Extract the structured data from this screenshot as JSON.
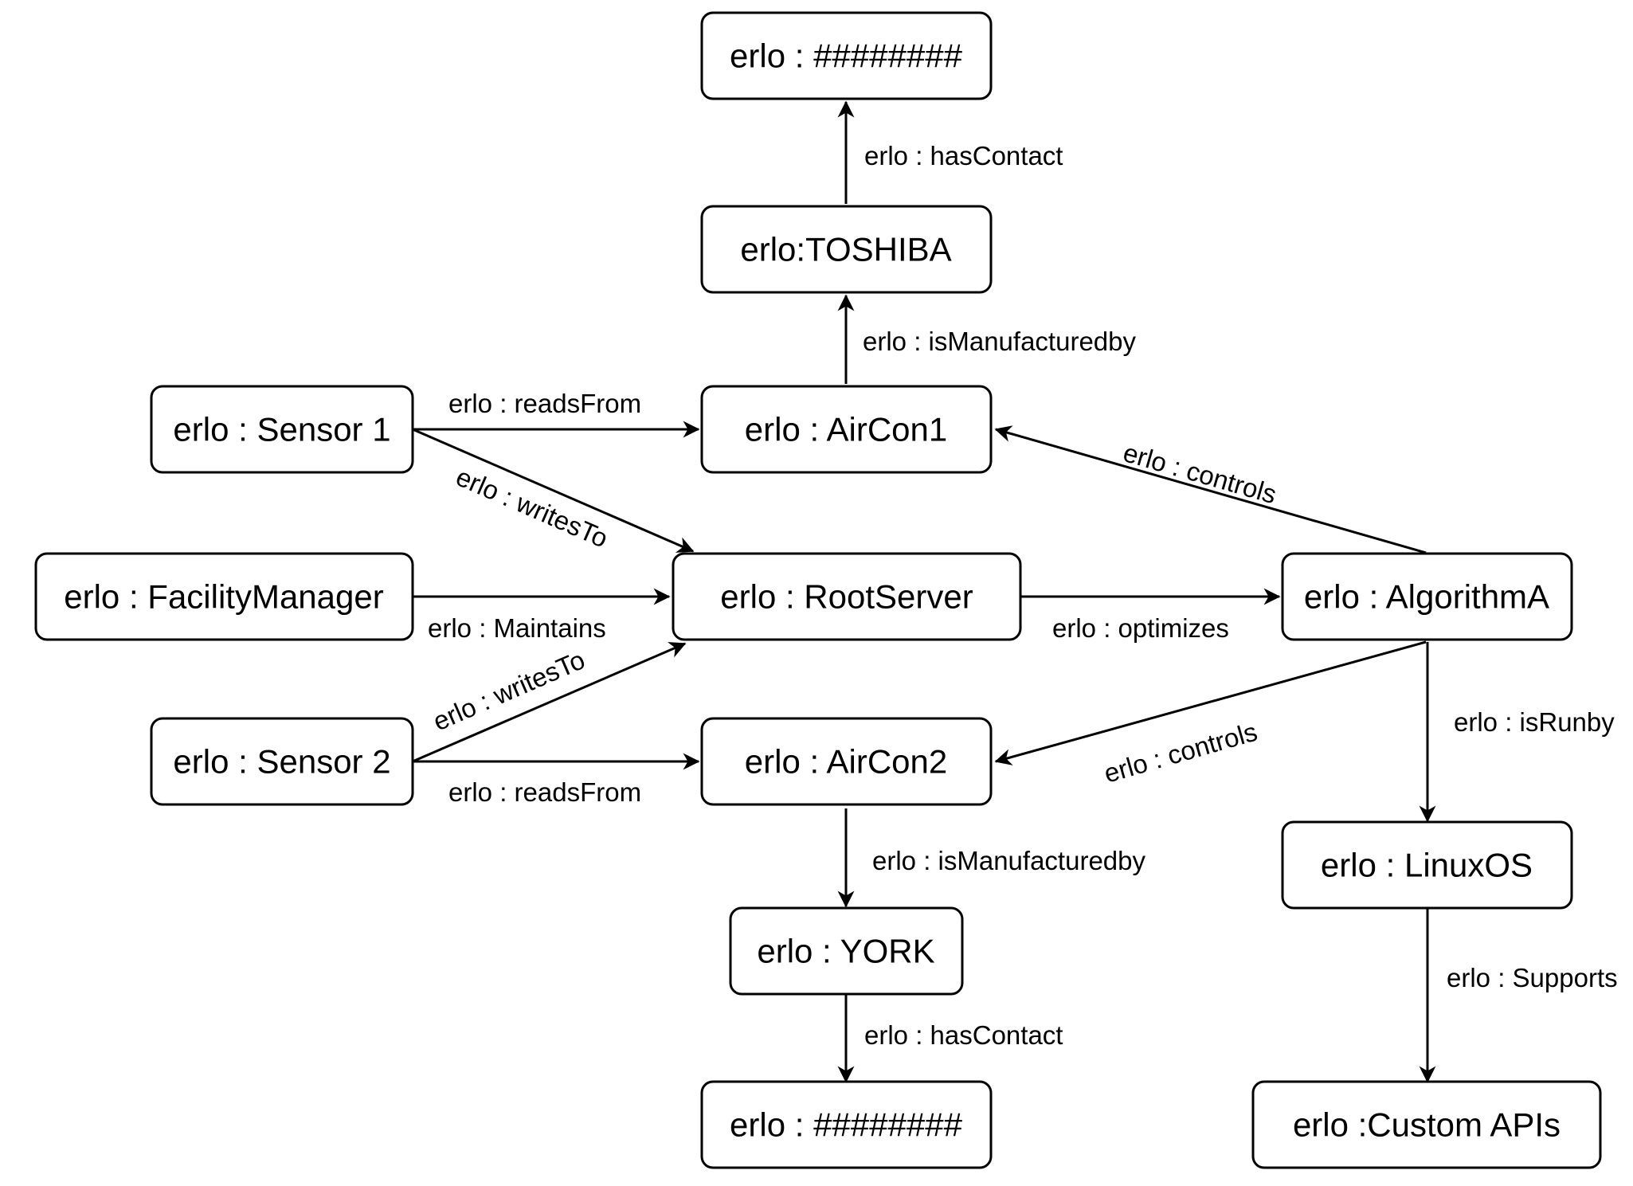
{
  "nodes": {
    "contact_top": "erlo : ########",
    "toshiba": "erlo:TOSHIBA",
    "sensor1": "erlo : Sensor 1",
    "aircon1": "erlo : AirCon1",
    "facility_manager": "erlo : FacilityManager",
    "root_server": "erlo : RootServer",
    "algorithm_a": "erlo : AlgorithmA",
    "sensor2": "erlo : Sensor 2",
    "aircon2": "erlo : AirCon2",
    "linux_os": "erlo : LinuxOS",
    "york": "erlo : YORK",
    "contact_bottom": "erlo : ########",
    "custom_apis": "erlo :Custom APIs"
  },
  "edges": {
    "toshiba_has_contact": "erlo : hasContact",
    "aircon1_manufactured_by": "erlo : isManufacturedby",
    "sensor1_reads_from": "erlo : readsFrom",
    "algorithm_controls_aircon1": "erlo : controls",
    "sensor1_writes_to": "erlo : writesTo",
    "facility_manager_maintains": "erlo : Maintains",
    "root_server_optimizes": "erlo : optimizes",
    "sensor2_writes_to": "erlo : writesTo",
    "algorithm_controls_aircon2": "erlo : controls",
    "algorithm_is_run_by": "erlo : isRunby",
    "sensor2_reads_from": "erlo : readsFrom",
    "aircon2_manufactured_by": "erlo : isManufacturedby",
    "linux_supports": "erlo : Supports",
    "york_has_contact": "erlo : hasContact"
  }
}
